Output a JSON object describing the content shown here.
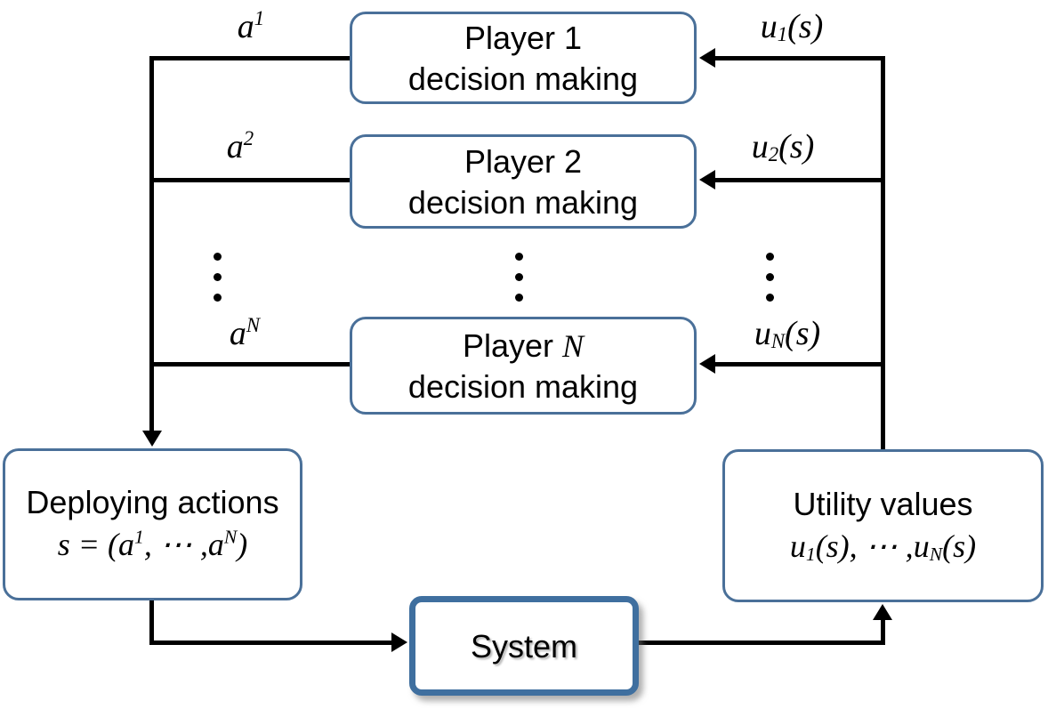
{
  "players": [
    {
      "title": "Player 1",
      "title_var": "",
      "line2": "decision making"
    },
    {
      "title": "Player 2",
      "title_var": "",
      "line2": "decision making"
    },
    {
      "title": "Player ",
      "title_var": "N",
      "line2": "decision making"
    }
  ],
  "deploying_box": {
    "line1": "Deploying actions",
    "math": {
      "lead": "s",
      "eq": " = (",
      "t1": "a",
      "p1": "1",
      "mid": ", ⋯ ,",
      "t2": "a",
      "p2": "N",
      "close": ")"
    }
  },
  "utility_box": {
    "line1": "Utility values",
    "math": {
      "t1": "u",
      "s1": "1",
      "m1": "(s), ⋯ ,",
      "t2": "u",
      "s2": "N",
      "m2": "(s)"
    }
  },
  "system_box": {
    "label": "System"
  },
  "edge_labels": {
    "a1": {
      "base": "a",
      "sup": "1"
    },
    "a2": {
      "base": "a",
      "sup": "2"
    },
    "aN": {
      "base": "a",
      "sup": "N"
    },
    "u1": {
      "base": "u",
      "sub": "1",
      "suffix": "(s)"
    },
    "u2": {
      "base": "u",
      "sub": "2",
      "suffix": "(s)"
    },
    "uN": {
      "base": "u",
      "sub": "N",
      "suffix": "(s)"
    }
  },
  "colors": {
    "box_border": "#4a7099",
    "system_border": "#3f6f9f",
    "connector": "#000000",
    "background": "#ffffff",
    "text": "#000000"
  }
}
